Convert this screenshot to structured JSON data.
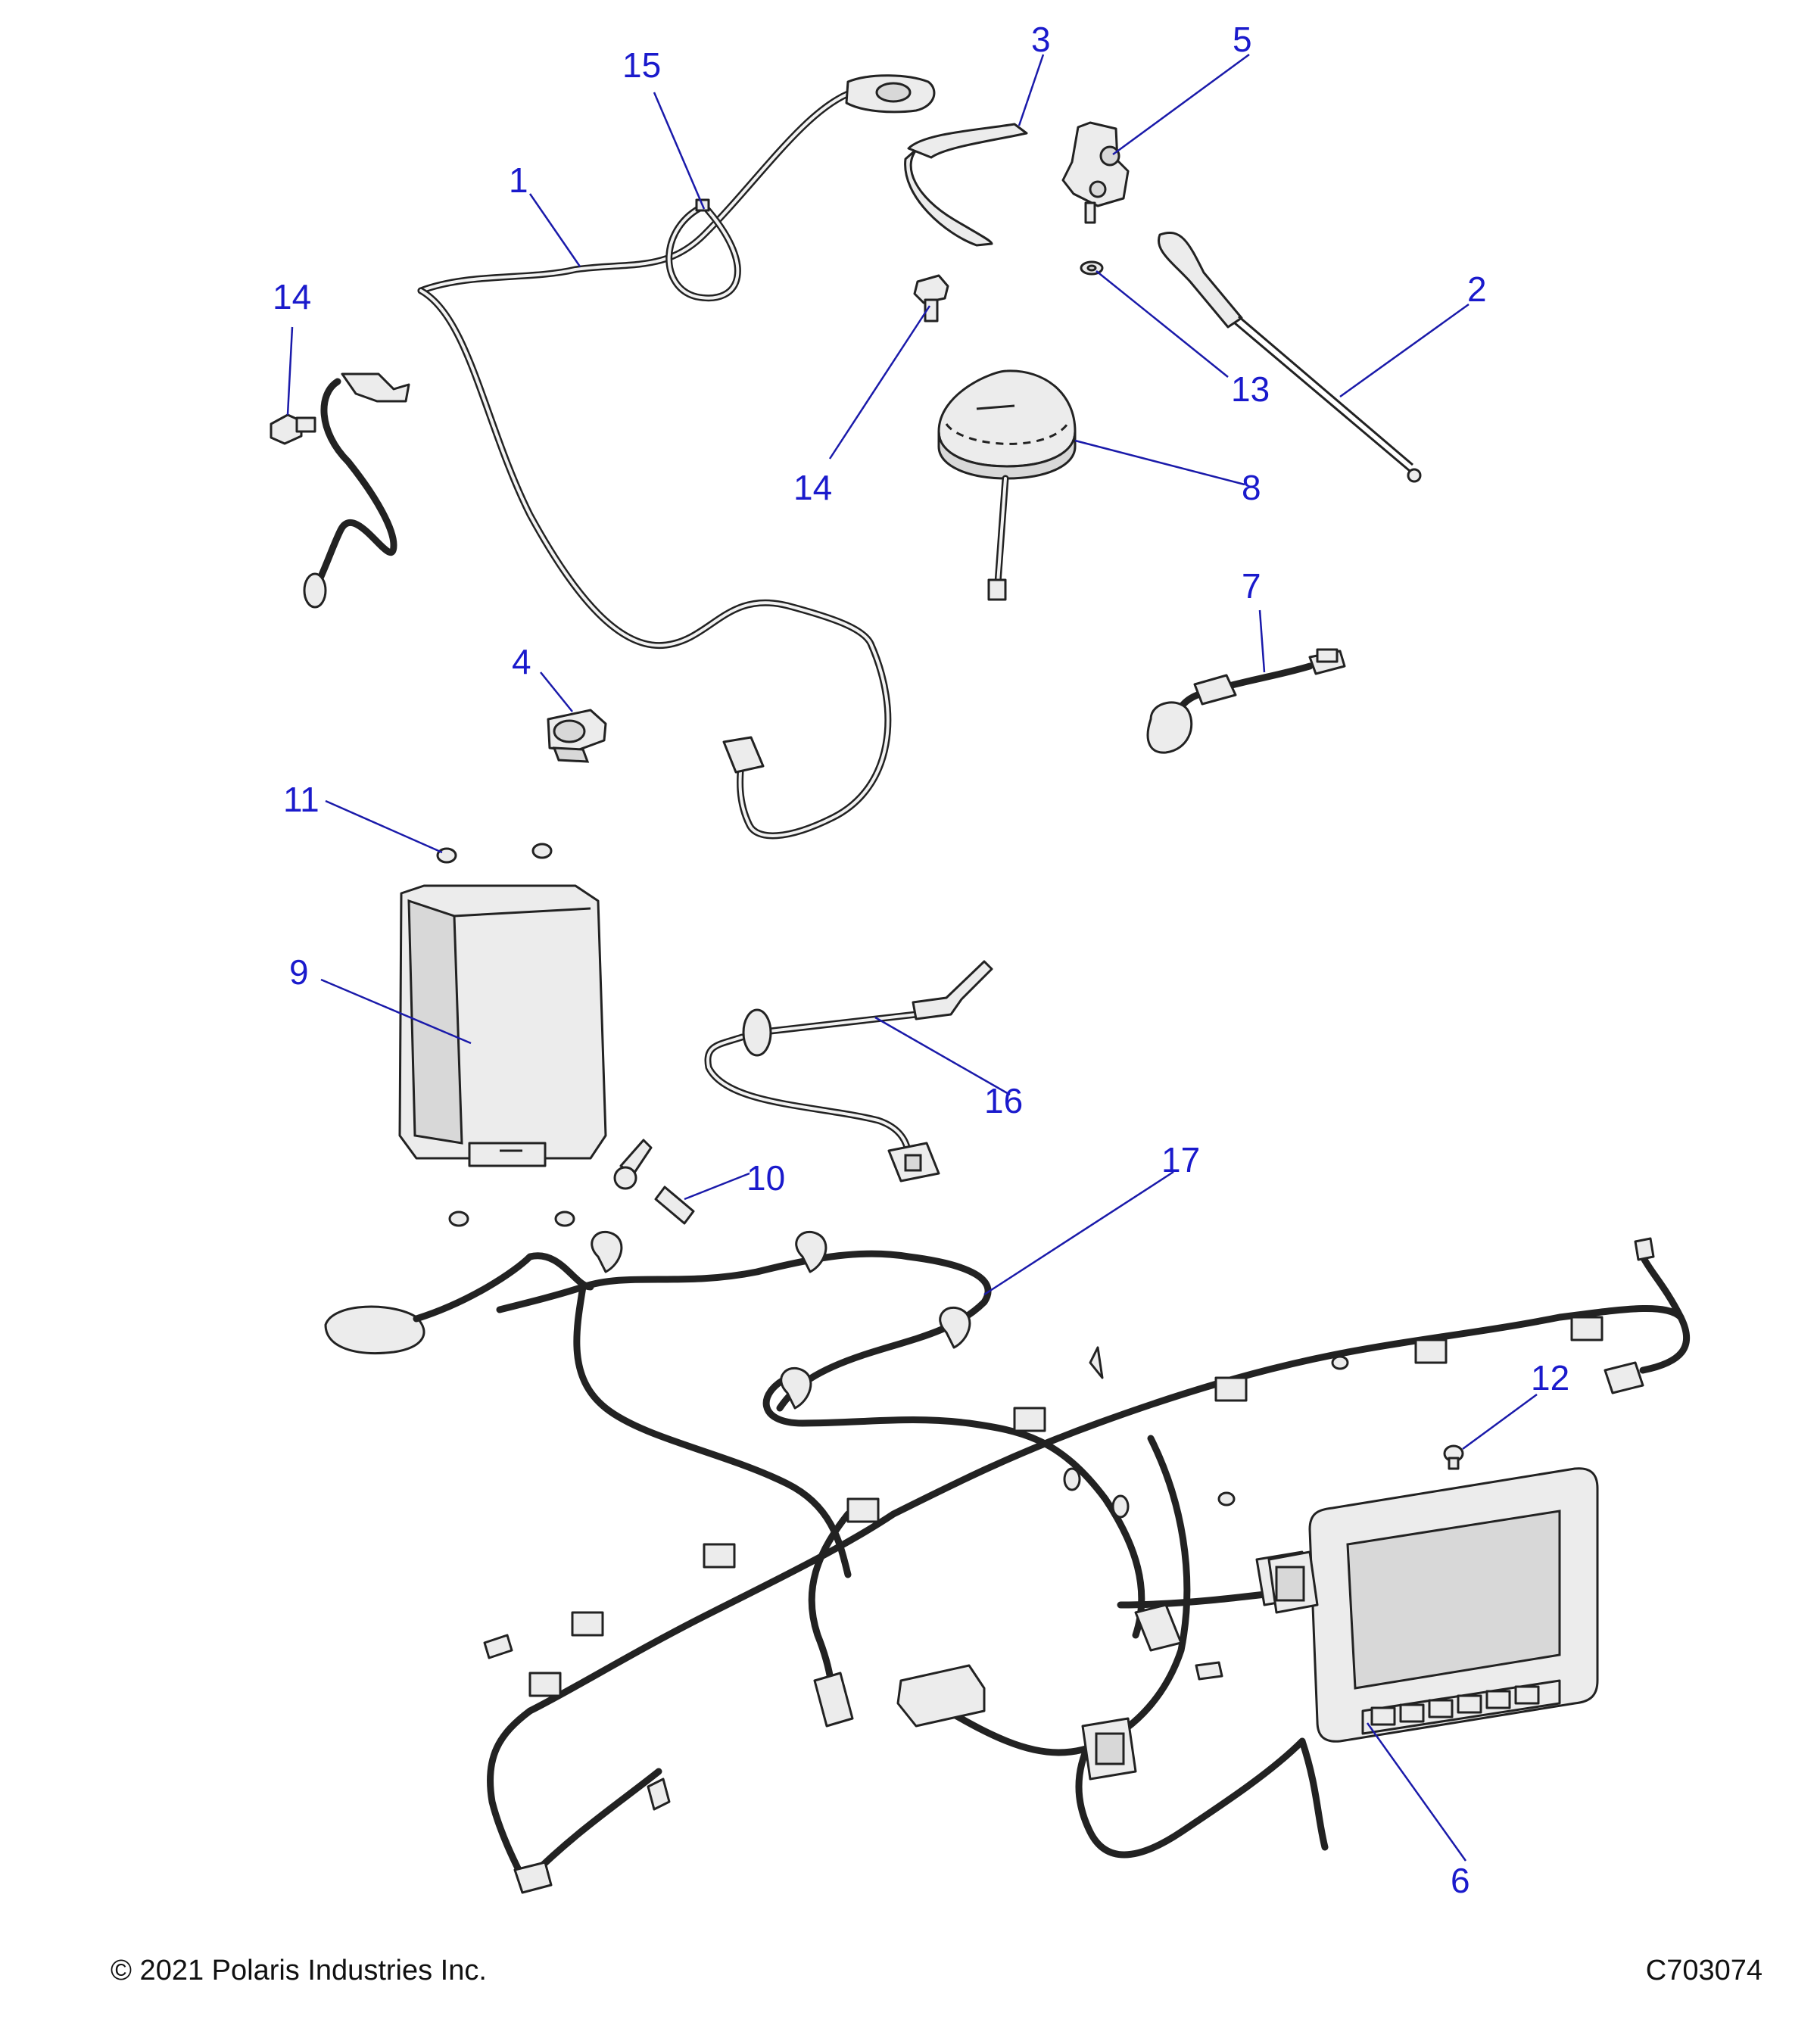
{
  "footer": {
    "copyright": "© 2021 Polaris Industries Inc.",
    "drawing_number": "C703074"
  },
  "callouts": [
    {
      "id": "c1",
      "label": "1"
    },
    {
      "id": "c2",
      "label": "2"
    },
    {
      "id": "c3",
      "label": "3"
    },
    {
      "id": "c4",
      "label": "4"
    },
    {
      "id": "c5",
      "label": "5"
    },
    {
      "id": "c6",
      "label": "6"
    },
    {
      "id": "c7",
      "label": "7"
    },
    {
      "id": "c8",
      "label": "8"
    },
    {
      "id": "c9",
      "label": "9"
    },
    {
      "id": "c10",
      "label": "10"
    },
    {
      "id": "c11",
      "label": "11"
    },
    {
      "id": "c12",
      "label": "12"
    },
    {
      "id": "c13",
      "label": "13"
    },
    {
      "id": "c14a",
      "label": "14"
    },
    {
      "id": "c14b",
      "label": "14"
    },
    {
      "id": "c15",
      "label": "15"
    },
    {
      "id": "c16",
      "label": "16"
    },
    {
      "id": "c17",
      "label": "17"
    }
  ],
  "colors": {
    "callout": "#1a1acc",
    "leader": "#1a1aaa",
    "line": "#222222",
    "part_fill": "#ececec"
  }
}
